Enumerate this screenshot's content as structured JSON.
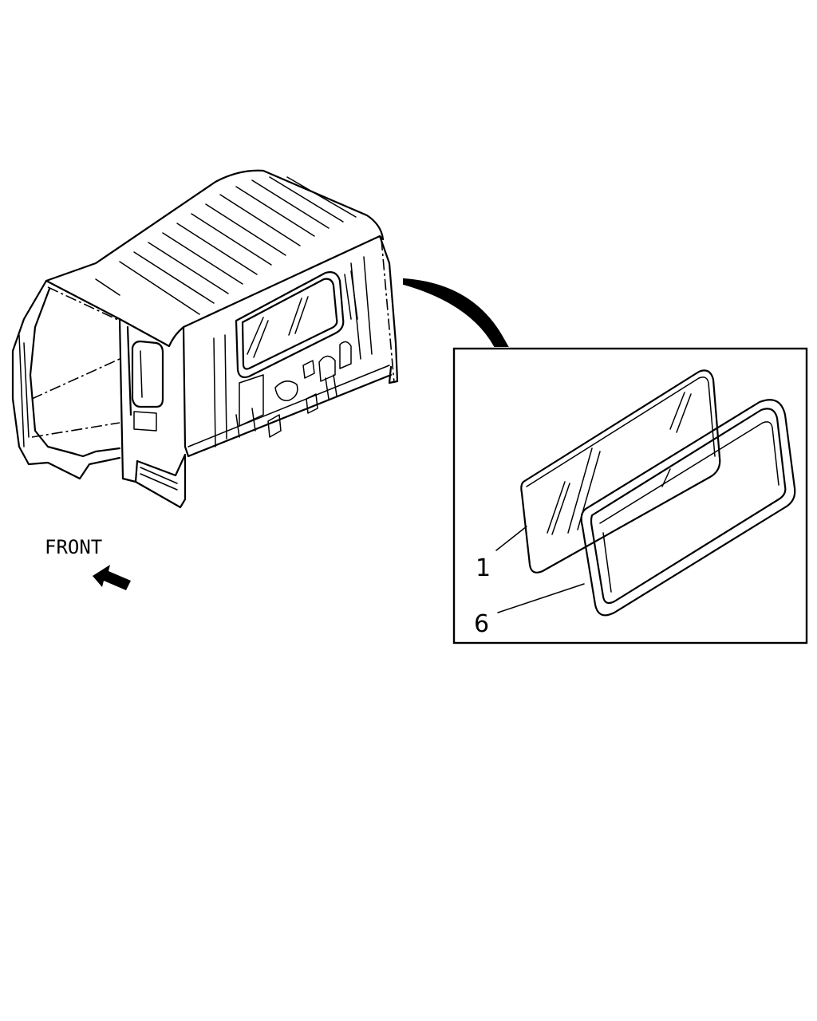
{
  "labels": {
    "front": "FRONT",
    "callout_1": "1",
    "callout_6": "6"
  },
  "parts": [
    {
      "ref": "1",
      "name": "glass-panel"
    },
    {
      "ref": "6",
      "name": "weatherstrip-seal"
    }
  ],
  "icons": {
    "front_arrow": "arrow-left-icon",
    "pointer_arrow": "curved-arrow-icon"
  }
}
